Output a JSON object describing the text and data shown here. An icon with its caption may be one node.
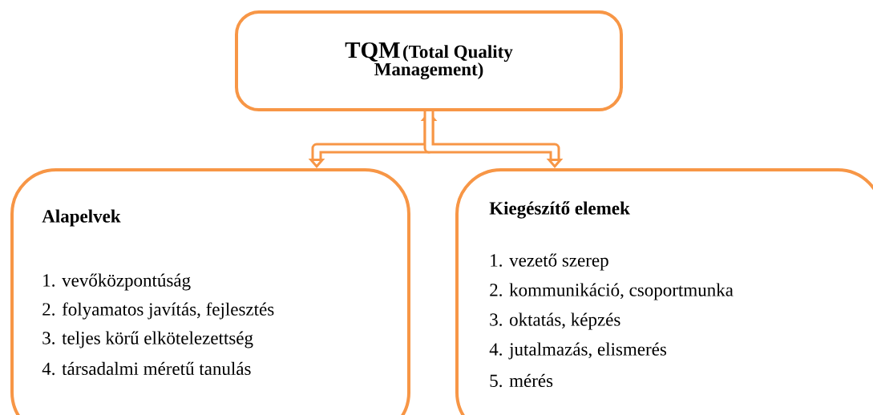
{
  "diagram": {
    "nodes": [
      {
        "text": [
          "TQM",
          "(Total Quality Management)"
        ]
      },
      {
        "text": [
          "Alapelvek",
          "1. vevőközpontúság",
          "2. folyamatos javítás, fejlesztés",
          "3. teljes körű elkötelezettség",
          "4. társadalmi méretű tanulás"
        ]
      },
      {
        "text": [
          "Kiegészítő elemek",
          "1. vezető szerep",
          "2. kommunikáció, csoportmunka",
          "3. oktatás, képzés",
          "4. jutalmazás, elismerés",
          "5. mérés"
        ]
      }
    ],
    "edges": [
      {
        "from": 0,
        "to": 1,
        "arrow": "both"
      },
      {
        "from": 0,
        "to": 2,
        "arrow": "to"
      }
    ]
  }
}
